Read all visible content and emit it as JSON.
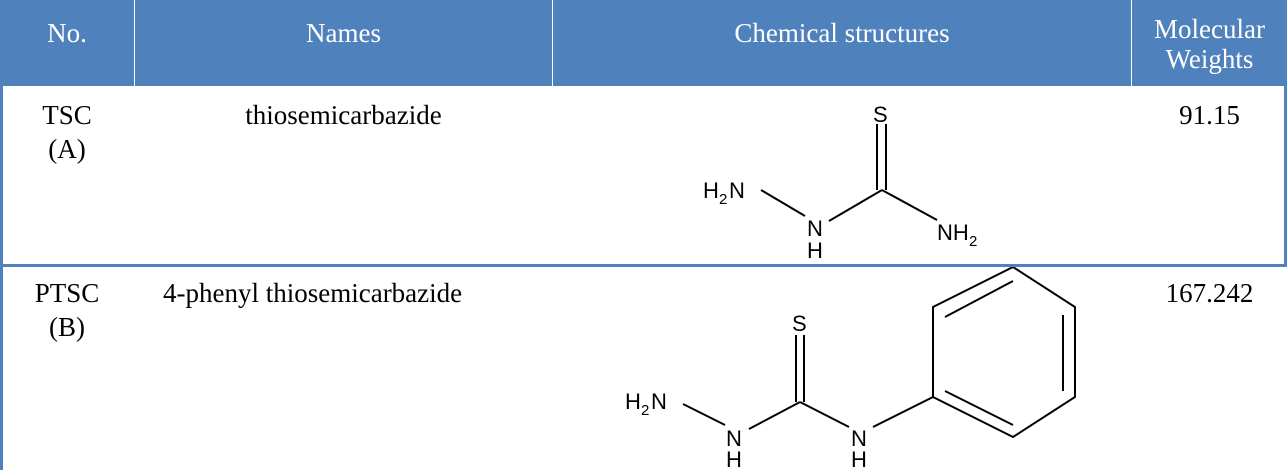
{
  "header": {
    "no": "No.",
    "names": "Names",
    "structures": "Chemical structures",
    "mw_line1": "Molecular",
    "mw_line2": "Weights"
  },
  "rows": [
    {
      "code": "TSC",
      "label": "(A)",
      "name": "thiosemicarbazide",
      "mw": "91.15",
      "atoms": {
        "s": "S",
        "h2n_h": "H",
        "h2n_2": "2",
        "h2n_n": "N",
        "nh_n": "N",
        "nh_h": "H",
        "nh2_n": "NH",
        "nh2_2": "2"
      }
    },
    {
      "code": "PTSC",
      "label": "(B)",
      "name": "4-phenyl thiosemicarbazide",
      "mw": "167.242",
      "atoms": {
        "s": "S",
        "h2n_h": "H",
        "h2n_2": "2",
        "h2n_n": "N",
        "nh1_n": "N",
        "nh1_h": "H",
        "nh2_n": "N",
        "nh2_h": "H"
      }
    }
  ],
  "colors": {
    "header_bg": "#4f81bd",
    "header_text": "#ffffff",
    "border": "#4f81bd"
  }
}
